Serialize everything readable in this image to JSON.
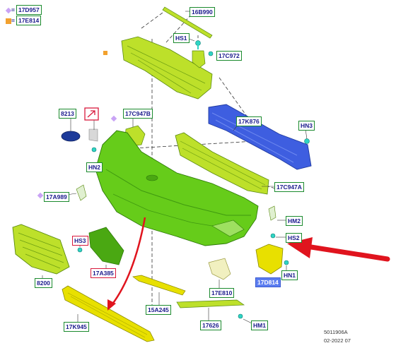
{
  "legend": [
    {
      "symbol": "diamond",
      "sep": "=",
      "code": "17D957"
    },
    {
      "symbol": "square",
      "sep": "=",
      "code": "17E814"
    }
  ],
  "labels": {
    "l_16B990": "16B990",
    "l_HS1": "HS1",
    "l_17C972": "17C972",
    "l_8213": "8213",
    "l_17C947B": "17C947B",
    "l_17K876": "17K876",
    "l_HN3": "HN3",
    "l_HN2": "HN2",
    "l_17C947A": "17C947A",
    "l_17A989": "17A989",
    "l_HM2": "HM2",
    "l_HS3": "HS3",
    "l_HS2": "HS2",
    "l_8200": "8200",
    "l_17A385": "17A385",
    "l_HN1": "HN1",
    "l_17D814": "17D814",
    "l_17E810": "17E810",
    "l_15A245": "15A245",
    "l_17626": "17626",
    "l_17K945": "17K945",
    "l_HM1": "HM1"
  },
  "footer": {
    "code": "5011906A",
    "date": "02-2022 07"
  },
  "colors": {
    "part_green": "#66cc1a",
    "part_yellow_green": "#bde02a",
    "part_yellow": "#e8e000",
    "part_blue": "#3e5ee0",
    "fastener": "#2fd4c4",
    "callout_arrow": "#e0141e",
    "leader_line": "#333333"
  },
  "icons": [
    "ford-logo-icon",
    "edit-arrow-icon",
    "diamond-icon",
    "square-icon"
  ]
}
